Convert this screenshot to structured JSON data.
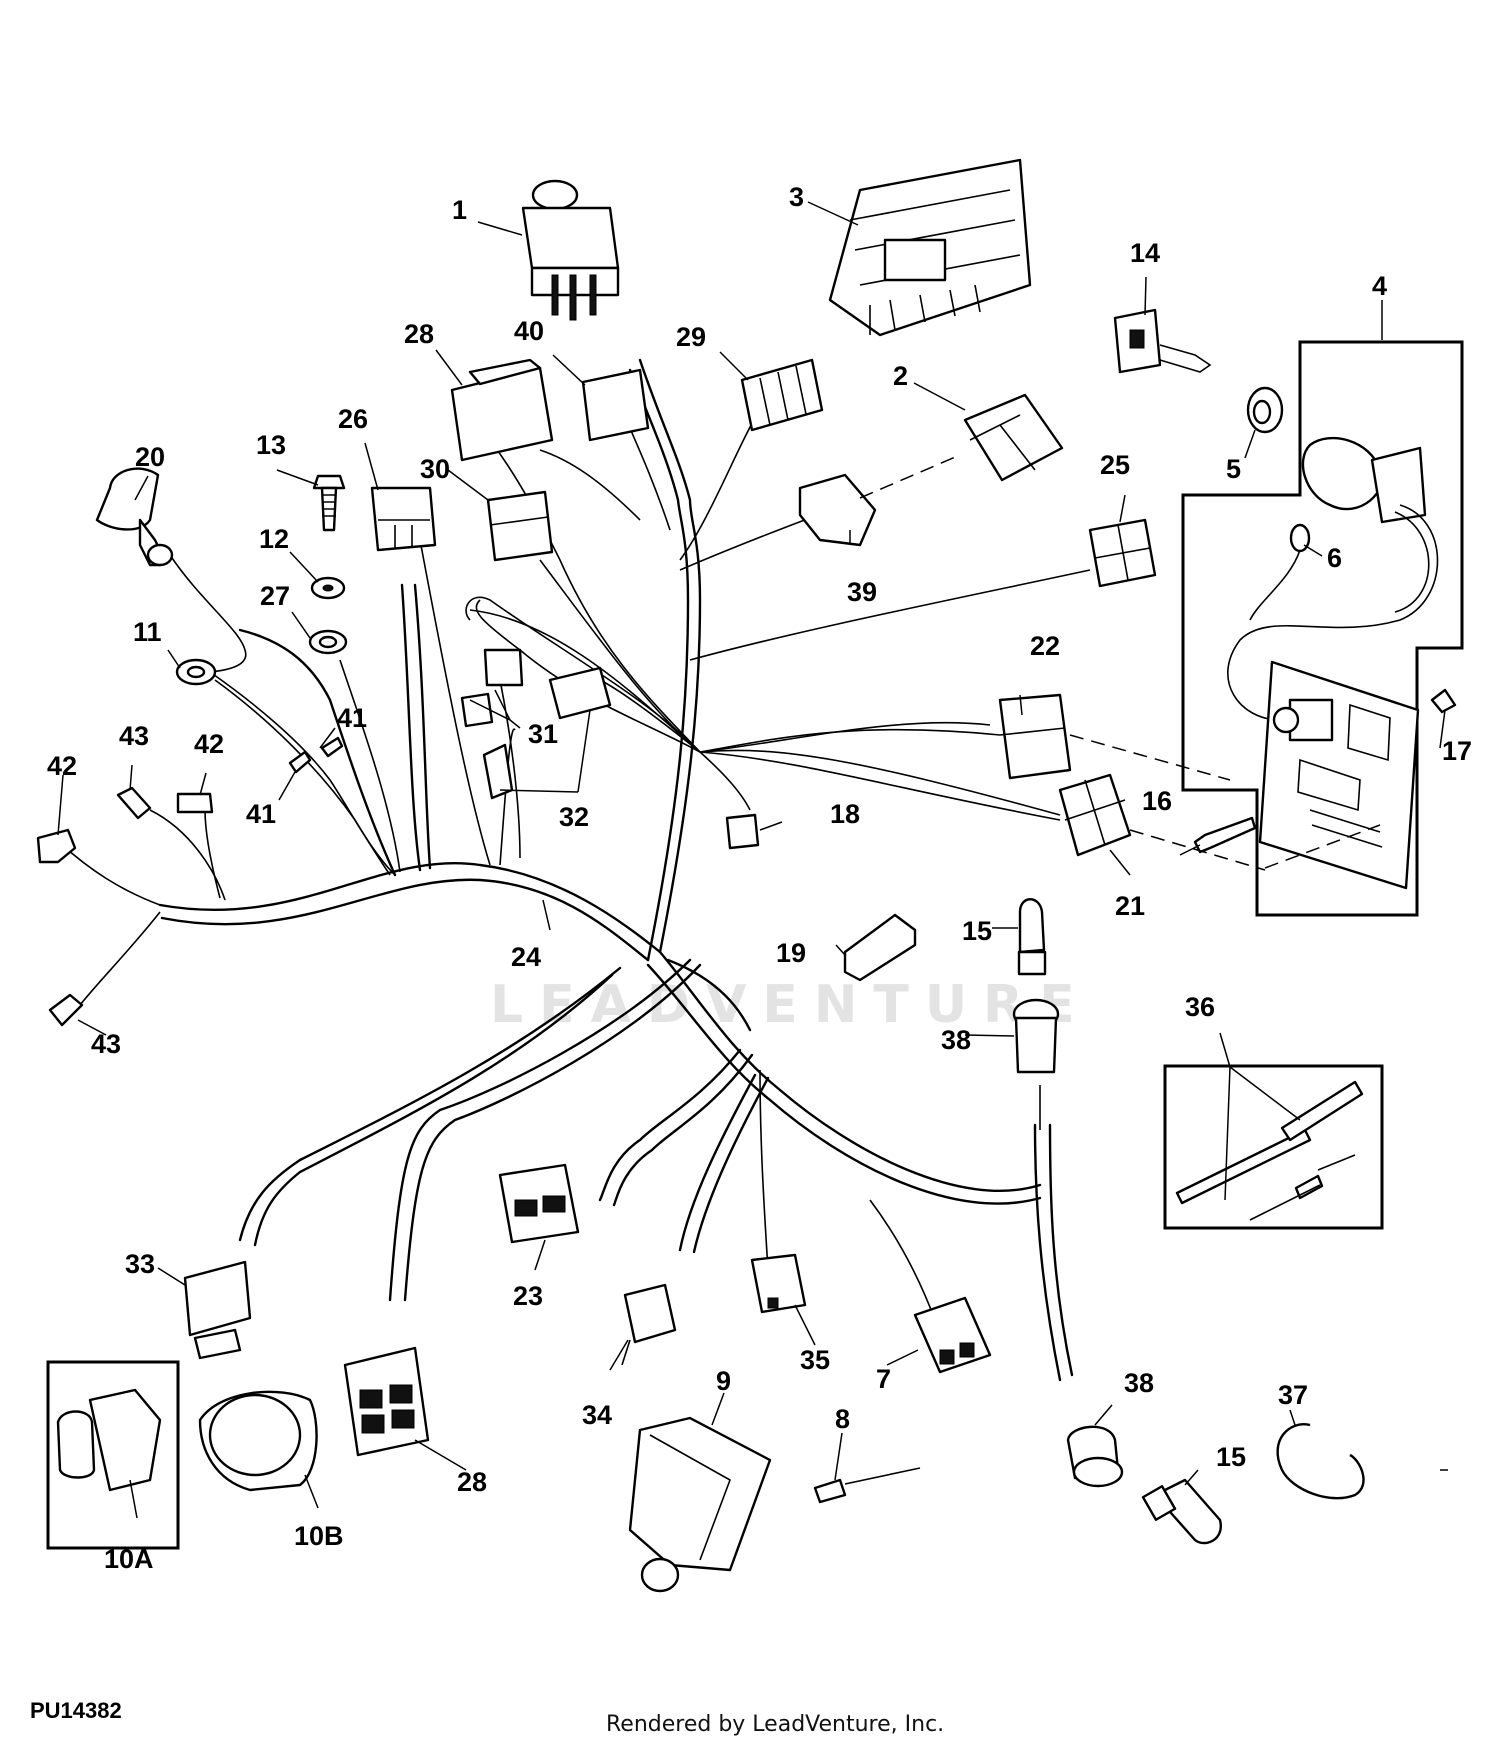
{
  "diagram": {
    "id": "PU14382",
    "credit": "Rendered by LeadVenture, Inc.",
    "watermark": "LEADVENTURE"
  },
  "callouts": {
    "c1": "1",
    "c2": "2",
    "c3": "3",
    "c4": "4",
    "c5": "5",
    "c6": "6",
    "c7": "7",
    "c8": "8",
    "c9": "9",
    "c10a": "10A",
    "c10b": "10B",
    "c11": "11",
    "c12": "12",
    "c13": "13",
    "c14": "14",
    "c15a": "15",
    "c15b": "15",
    "c16": "16",
    "c17": "17",
    "c18": "18",
    "c19": "19",
    "c20": "20",
    "c21": "21",
    "c22": "22",
    "c23": "23",
    "c24": "24",
    "c25": "25",
    "c26": "26",
    "c27": "27",
    "c28a": "28",
    "c28b": "28",
    "c29": "29",
    "c30": "30",
    "c31": "31",
    "c32": "32",
    "c33": "33",
    "c34": "34",
    "c35": "35",
    "c36": "36",
    "c37": "37",
    "c38a": "38",
    "c38b": "38",
    "c39": "39",
    "c40": "40",
    "c41a": "41",
    "c41b": "41",
    "c42a": "42",
    "c42b": "42",
    "c43a": "43",
    "c43b": "43"
  }
}
